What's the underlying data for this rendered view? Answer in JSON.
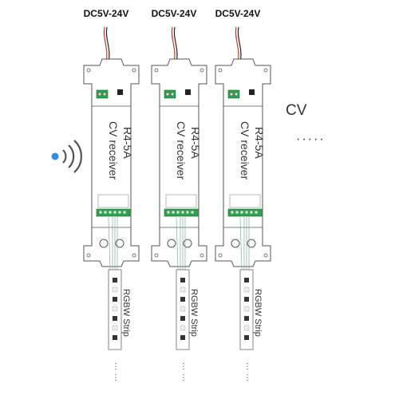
{
  "units": [
    {
      "power_label": "DC5V-24V",
      "model_line1": "CV receiver",
      "model_line2": "R4-5A",
      "strip_label": "RGBW Strip"
    },
    {
      "power_label": "DC5V-24V",
      "model_line1": "CV receiver",
      "model_line2": "R4-5A",
      "strip_label": "RGBW Strip"
    },
    {
      "power_label": "DC5V-24V",
      "model_line1": "CV receiver",
      "model_line2": "R4-5A",
      "strip_label": "RGBW Strip"
    }
  ],
  "side_label": "CV",
  "more_indicator": "·····",
  "icons": {
    "remote": "wireless-signal-icon",
    "button": "learning-key-icon"
  },
  "colors": {
    "signal_dot": "#2f8ee0",
    "wire_red": "#c0392b",
    "outline": "#555555"
  }
}
